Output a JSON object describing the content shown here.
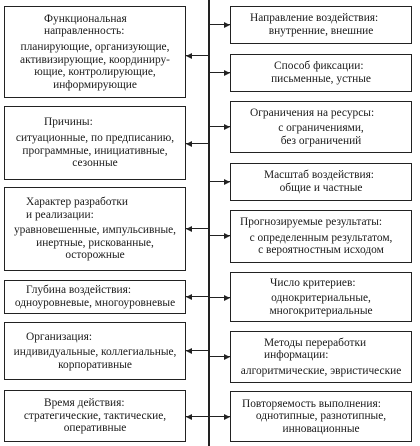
{
  "left": [
    {
      "title": "Функциональная\nнаправленность:",
      "body": "планирующие, организующие,\nактивизирующие, координиру-\nющие, контролирующие,\nинформирующие"
    },
    {
      "title": "Причины:",
      "body": "ситуационные, по  предписанию,\nпрограммные, инициативные,\nсезонные"
    },
    {
      "title": "Характер разработки\nи реализации:",
      "body": "уравновешенные, импульсивные,\nинертные, рискованные,\nосторожные"
    },
    {
      "title": "Глубина воздействия:",
      "body": "одноуровневые, многоуровневые"
    },
    {
      "title": "Организация:",
      "body": "индивидуальные, коллегиальные,\nкорпоративные"
    },
    {
      "title": "Время действия:",
      "body": "стратегические, тактические,\nоперативные"
    }
  ],
  "right": [
    {
      "title": "Направление воздействия:",
      "body": "внутренние, внешние"
    },
    {
      "title": "Способ фиксации:",
      "body": "письменные, устные"
    },
    {
      "title": "Ограничения на ресурсы:",
      "body": "с ограничениями,\nбез ограничений"
    },
    {
      "title": "Масштаб воздействия:",
      "body": "общие и частные"
    },
    {
      "title": "Прогнозируемые результаты:",
      "body": "с определенным результатом,\nс вероятностным исходом"
    },
    {
      "title": "Число критериев:",
      "body": "однокритериальные,\nмногокритериальные"
    },
    {
      "title": "Методы переработки\nинформации:",
      "body": "алгоритмические, эвристические"
    },
    {
      "title": "Повторяемость выполнения:",
      "body": "однотипные, разнотипные,\nинновационные"
    }
  ]
}
